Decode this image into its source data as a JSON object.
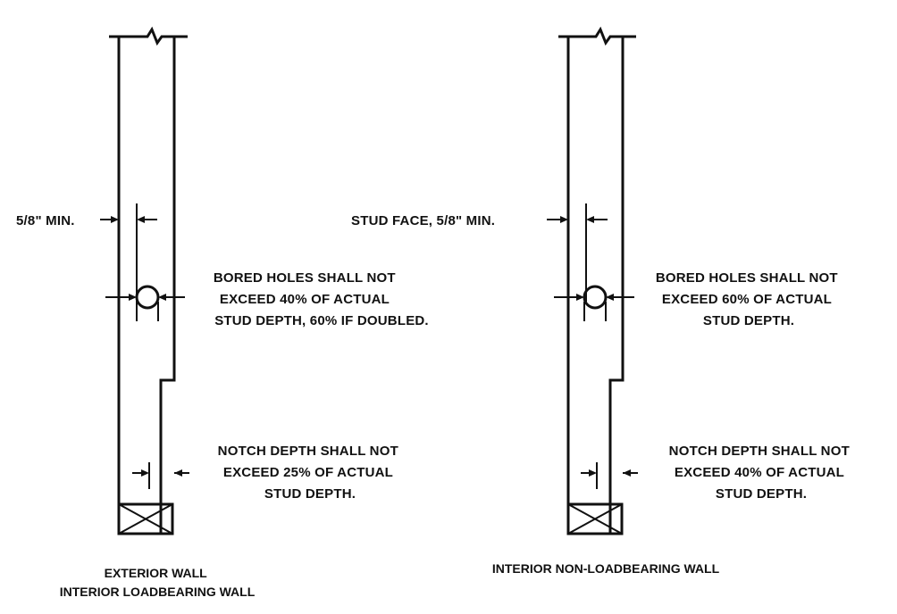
{
  "left_detail": {
    "face_label": "5/8\" MIN.",
    "bored_note": [
      "BORED HOLES SHALL NOT",
      "EXCEED 40% OF ACTUAL",
      "STUD DEPTH, 60% IF DOUBLED."
    ],
    "notch_note": [
      "NOTCH DEPTH SHALL NOT",
      "EXCEED 25% OF ACTUAL",
      "STUD DEPTH."
    ],
    "caption": [
      "EXTERIOR WALL",
      "INTERIOR LOADBEARING WALL"
    ]
  },
  "right_detail": {
    "face_label": "STUD FACE, 5/8\" MIN.",
    "bored_note": [
      "BORED HOLES SHALL NOT",
      "EXCEED 60% OF ACTUAL",
      "STUD DEPTH."
    ],
    "notch_note": [
      "NOTCH DEPTH SHALL NOT",
      "EXCEED 40% OF ACTUAL",
      "STUD DEPTH."
    ],
    "caption": [
      "INTERIOR NON-LOADBEARING WALL"
    ]
  },
  "colors": {
    "ink": "#111111",
    "background": "#ffffff"
  }
}
